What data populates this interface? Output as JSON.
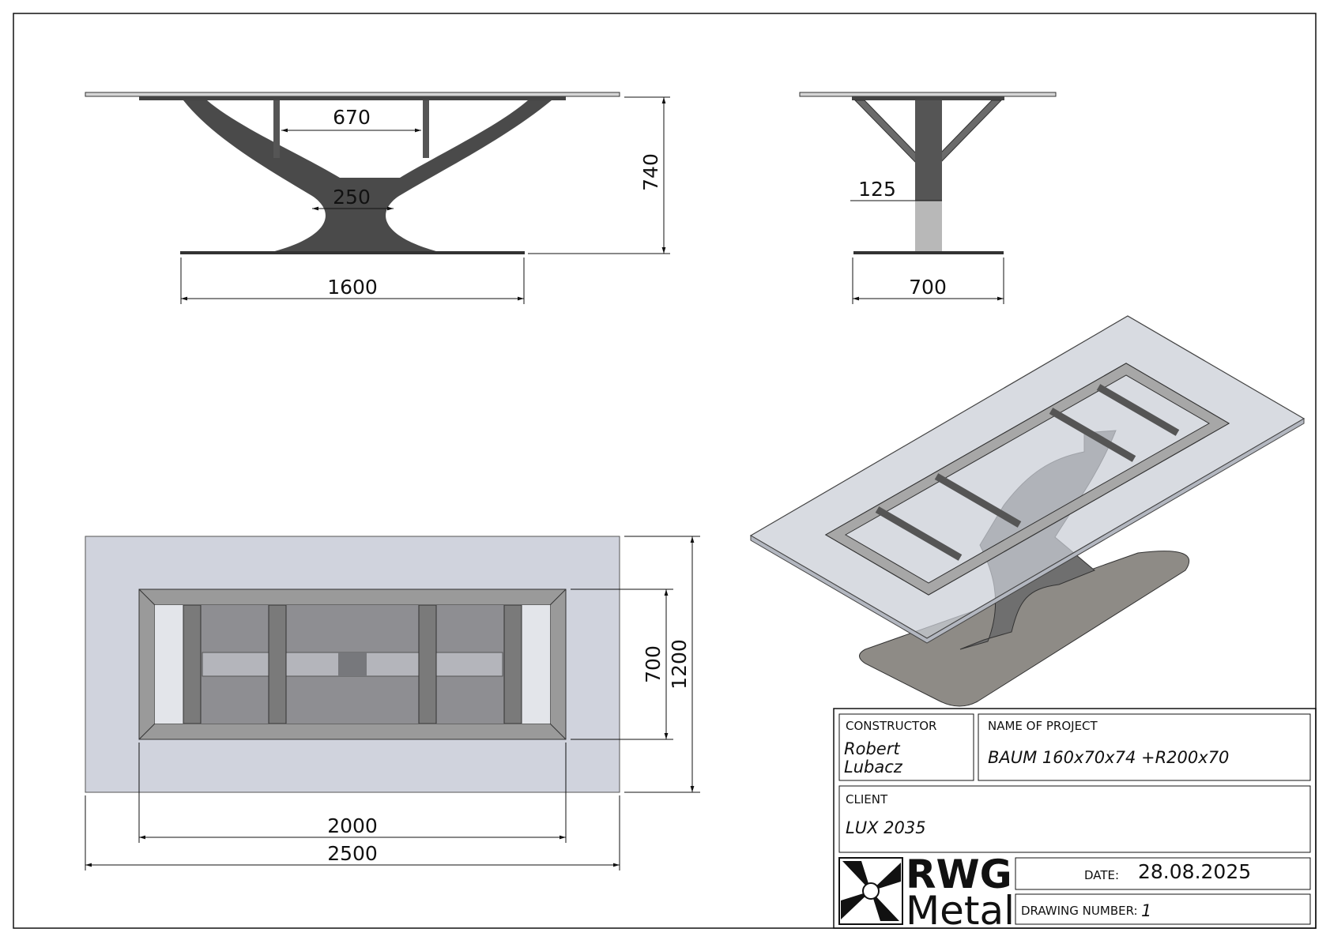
{
  "dimensions": {
    "front_span_670": "670",
    "front_waist_250": "250",
    "front_height_740": "740",
    "front_width_1600": "1600",
    "side_post_125": "125",
    "side_width_700": "700",
    "top_frame_depth_700": "700",
    "top_glass_depth_1200": "1200",
    "top_frame_length_2000": "2000",
    "top_glass_length_2500": "2500"
  },
  "title_block": {
    "constructor_label": "CONSTRUCTOR",
    "constructor_line1": "Robert",
    "constructor_line2": "Lubacz",
    "project_label": "NAME OF PROJECT",
    "project_value": "BAUM 160x70x74 +R200x70",
    "client_label": "CLIENT",
    "client_value": "LUX 2035",
    "date_label": "DATE:",
    "date_value": "28.08.2025",
    "drawing_number_label": "DRAWING NUMBER:",
    "drawing_number_value": "1"
  },
  "logo": {
    "line1": "RWG",
    "line2": "Metal"
  },
  "colors": {
    "steel": "#5a5a5a",
    "glass": "#cfd3dc",
    "frame": "#9a9a9a",
    "line": "#111111"
  }
}
